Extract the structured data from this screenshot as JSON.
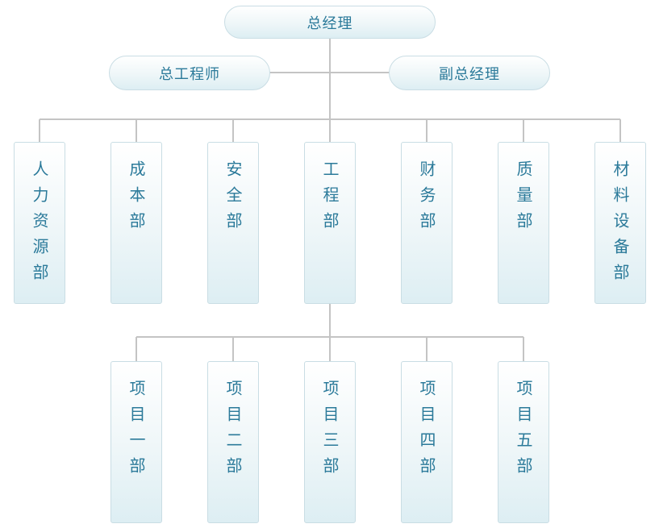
{
  "top": {
    "general_manager": "总经理"
  },
  "second": {
    "chief_engineer": "总工程师",
    "deputy_gm": "副总经理"
  },
  "departments": [
    "人力资源部",
    "成本部",
    "安全部",
    "工程部",
    "财务部",
    "质量部",
    "材料设备部"
  ],
  "projects": [
    "项目一部",
    "项目二部",
    "项目三部",
    "项目四部",
    "项目五部"
  ],
  "colors": {
    "text": "#2b7a9a",
    "line": "#c4c4c4",
    "border": "#c9dde4"
  }
}
